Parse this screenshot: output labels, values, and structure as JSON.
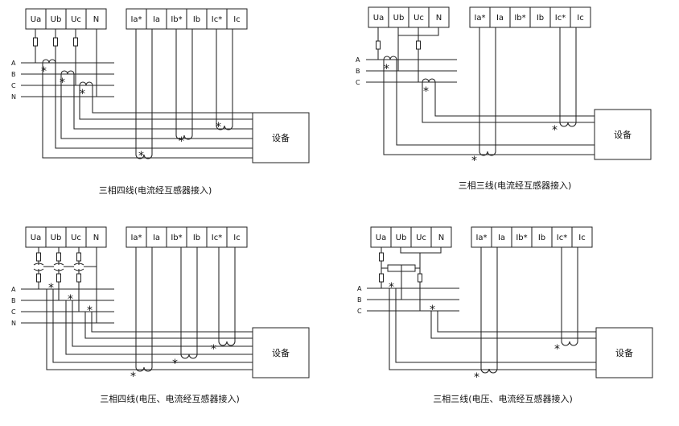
{
  "diagrams": [
    {
      "caption": "三相四线(电流经互感器接入)",
      "voltage_terminals": [
        "Ua",
        "Ub",
        "Uc",
        "N"
      ],
      "current_terminals": [
        "Ia*",
        "Ia",
        "Ib*",
        "Ib",
        "Ic*",
        "Ic"
      ],
      "phases": [
        "A",
        "B",
        "C",
        "N"
      ],
      "device": "设备"
    },
    {
      "caption": "三相三线(电流经互感器接入)",
      "voltage_terminals": [
        "Ua",
        "Ub",
        "Uc",
        "N"
      ],
      "current_terminals": [
        "Ia*",
        "Ia",
        "Ib*",
        "Ib",
        "Ic*",
        "Ic"
      ],
      "phases": [
        "A",
        "B",
        "C"
      ],
      "device": "设备"
    },
    {
      "caption": "三相四线(电压、电流经互感器接入)",
      "voltage_terminals": [
        "Ua",
        "Ub",
        "Uc",
        "N"
      ],
      "current_terminals": [
        "Ia*",
        "Ia",
        "Ib*",
        "Ib",
        "Ic*",
        "Ic"
      ],
      "phases": [
        "A",
        "B",
        "C",
        "N"
      ],
      "device": "设备"
    },
    {
      "caption": "三相三线(电压、电流经互感器接入)",
      "voltage_terminals": [
        "Ua",
        "Ub",
        "Uc",
        "N"
      ],
      "current_terminals": [
        "Ia*",
        "Ia",
        "Ib*",
        "Ib",
        "Ic*",
        "Ic"
      ],
      "phases": [
        "A",
        "B",
        "C"
      ],
      "device": "设备"
    }
  ],
  "polarity_mark": "*"
}
